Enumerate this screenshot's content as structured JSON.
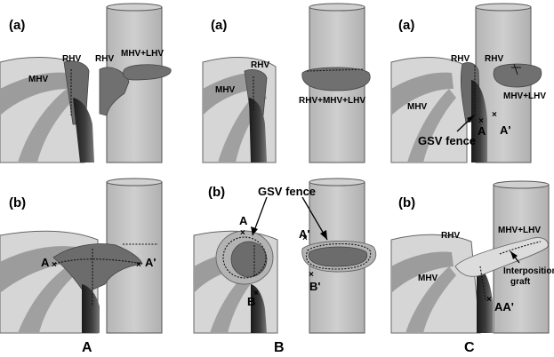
{
  "panel_labels": {
    "top_a": "(a)",
    "bottom_b": "(b)"
  },
  "columns": [
    {
      "id": "A",
      "title": "A",
      "top": {
        "labels": [
          "MHV",
          "RHV",
          "RHV",
          "MHV+LHV"
        ]
      },
      "bottom": {
        "labels": [
          "A",
          "A'"
        ]
      }
    },
    {
      "id": "B",
      "title": "B",
      "top": {
        "labels": [
          "RHV",
          "MHV",
          "RHV+MHV+LHV"
        ]
      },
      "bottom": {
        "labels": [
          "GSV fence",
          "A",
          "A'",
          "B",
          "B'"
        ]
      }
    },
    {
      "id": "C",
      "title": "C",
      "top": {
        "labels": [
          "RHV",
          "RHV",
          "MHV",
          "MHV+LHV",
          "A",
          "A'",
          "GSV fence"
        ]
      },
      "bottom": {
        "labels": [
          "RHV",
          "MHV+LHV",
          "MHV",
          "Interposition",
          "graft",
          "AA'"
        ]
      }
    }
  ],
  "colors": {
    "liver_light": "#d9d9d9",
    "liver_mid": "#a9a9a9",
    "ivc": "#c4c4c4",
    "vein_dark": "#5a5a5a",
    "stump": "#7a7a7a",
    "portal_dark": "#222222"
  }
}
